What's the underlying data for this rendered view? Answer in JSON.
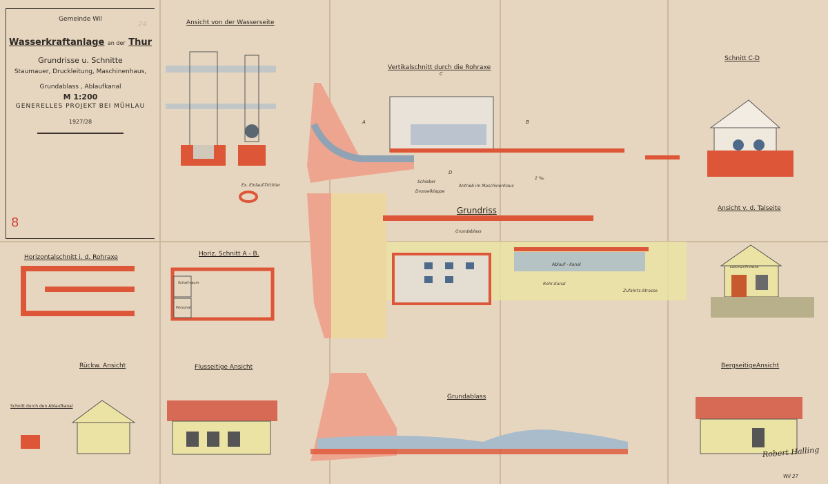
{
  "title_block": {
    "municipality": "Gemeinde Wil",
    "title_main": "Wasserkraftanlage",
    "title_suffix": "an der",
    "title_river": "Thur",
    "subtitle": "Grundrisse u. Schnitte",
    "contents_1": "Staumauer, Druckleitung, Maschinenhaus,",
    "contents_2": "Grundablass , Ablaufkanal",
    "scale": "M 1:200",
    "project": "GENERELLES PROJEKT BEI MÜHLAU",
    "year": "1927/28",
    "sheet_number": "8",
    "pencil_note": "24"
  },
  "views": {
    "ansicht_wasserseite": "Ansicht von der Wasserseite",
    "vertikalschnitt": "Vertikalschnitt durch die Rohraxe",
    "schnitt_cd": "Schnitt C-D",
    "grundriss": "Grundriss",
    "ansicht_talseite": "Ansicht v. d. Talseite",
    "horizontalschnitt": "Horizontalschnitt i. d. Rohraxe",
    "horiz_schnitt_ab": "Horiz. Schnitt A - B.",
    "rueckw_ansicht": "Rückw. Ansicht",
    "flussseitige_ansicht": "Flusseitige Ansicht",
    "grundablass_view": "Grundablass",
    "bergseitige_ansicht": "BergseitigeAnsicht",
    "schnitt_ablaufkanal": "Schnitt durch den Ablaufkanal"
  },
  "annotations": {
    "einlauf": "Ex. Einlauf-Trichter",
    "schieber": "Schieber",
    "drosselklappe": "Drosselklappe",
    "antrieb": "Antrieb im Maschinenhaus",
    "grundablass": "Grundablass",
    "ablauf_kanal": "Ablauf - Kanal",
    "rohr_kanal": "Rohr-Kanal",
    "zufahrt": "Zufahrts-Strasse",
    "schaltraum": "Schalt-raum",
    "personal": "Personal",
    "section_a": "A",
    "section_b": "B",
    "section_c": "C",
    "section_d": "D",
    "gradient": "2 ‰",
    "building_sign": "ELEKTRIZITÄTSWERK"
  },
  "signature": {
    "name": "Robert Halling",
    "date": "Wil 27"
  },
  "colors": {
    "paper": "#e7d6bf",
    "wall_red": "#dd5638",
    "concrete_pink": "#eea58f",
    "water_blue": "#a9bccb",
    "yellow": "#ebe3a4"
  }
}
